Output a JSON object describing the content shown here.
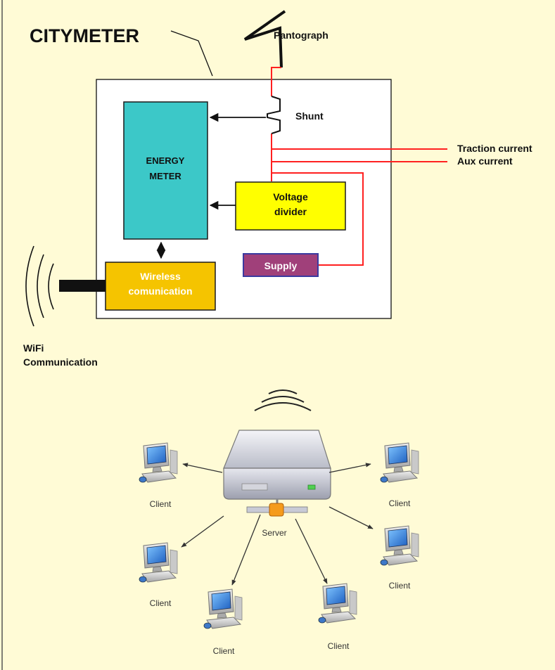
{
  "title": "CITYMETER",
  "colors": {
    "background": "#fffbd6",
    "meter_fill": "#3cc8c8",
    "divider_fill": "#ffff00",
    "wireless_fill": "#f5c400",
    "supply_fill": "#a0407a",
    "supply_border": "#3a3aa0",
    "wire": "#ff2020"
  },
  "labels": {
    "pantograph": "Pantograph",
    "shunt": "Shunt",
    "traction_current": "Traction current",
    "aux_current": "Aux current"
  },
  "blocks": {
    "energy_meter": [
      "ENERGY",
      "METER"
    ],
    "voltage_divider": [
      "Voltage",
      "divider"
    ],
    "supply": "Supply",
    "wireless": [
      "Wireless",
      "comunication"
    ]
  },
  "wifi_label": [
    "WiFi",
    "Communication"
  ],
  "network": {
    "server_label": "Server",
    "client_label": "Client"
  }
}
